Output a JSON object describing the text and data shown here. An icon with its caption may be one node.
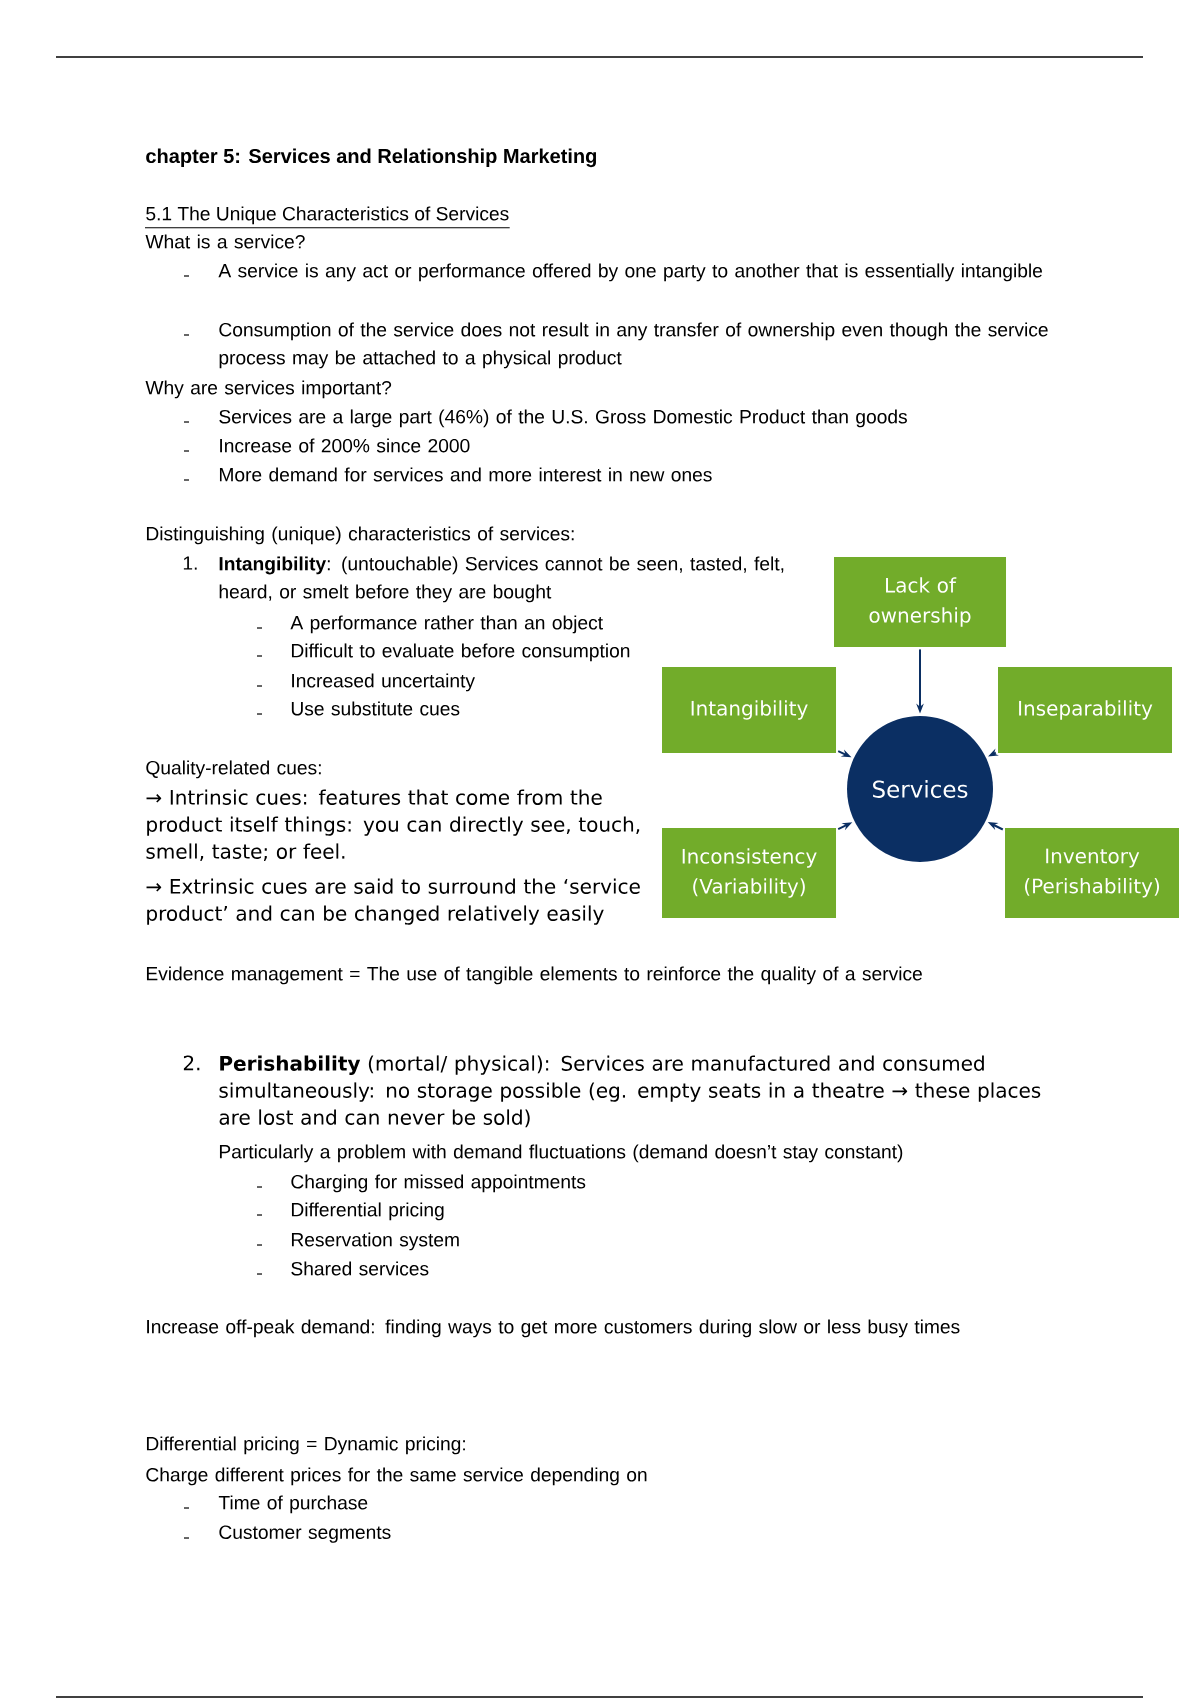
{
  "diagram": {
    "title": "chapter 5: Services and Relationship Marketing",
    "nodes": [
      {
        "text": [
          "Lack of ownership"
        ]
      },
      {
        "text": [
          "Intangibility"
        ]
      },
      {
        "text": [
          "Inseparability"
        ]
      },
      {
        "text": [
          "Services"
        ]
      },
      {
        "text": [
          "Inconsistency (Variability)"
        ]
      },
      {
        "text": [
          "Inventory (Perishability)"
        ]
      }
    ],
    "edges": [
      {
        "from": 0,
        "to": 3,
        "arrow": "to"
      },
      {
        "from": 1,
        "to": 3,
        "arrow": "to"
      },
      {
        "from": 2,
        "to": 3,
        "arrow": "to"
      },
      {
        "from": 4,
        "to": 3,
        "arrow": "to"
      },
      {
        "from": 5,
        "to": 3,
        "arrow": "to"
      }
    ],
    "labels": [
      "5.1 The Unique Characteristics of Services",
      "What is a service?",
      "A service is any act or performance offered by one party to another that is essentially intangible",
      "Consumption of the service does not result in any transfer of ownership even though the service process may be attached to a physical product",
      "Why are services important?",
      "Services are a large part (46%) of the U.S. Gross Domestic Product than goods",
      "Increase of 200% since 2000",
      "More demand for services and more interest in new ones",
      "Distinguishing (unique) characteristics of services:",
      "1.",
      "**Intangibility**: (untouchable) Services cannot be seen, tasted, felt, heard, or smelt before they are bought",
      "A performance rather than an object",
      "Difficult to evaluate before consumption",
      "Increased uncertainty",
      "Use substitute cues",
      "Quality-related cues:",
      "→ Intrinsic cues: features that come from the product itself things: you can directly see, touch, smell, taste; or feel.",
      "→ Extrinsic cues are said to surround the ‘service product’ and can be changed relatively easily",
      "Evidence management = The use of tangible elements to reinforce the quality of a service",
      "2.",
      "**Perishability** (mortal/ physical): Services are manufactured and consumed simultaneously: no storage possible (eg. empty seats in a theatre → these places are lost and can never be sold)",
      "Particularly a problem with demand fluctuations (demand doesn’t stay constant)",
      "Charging for missed appointments",
      "Differential pricing",
      "Reservation system",
      "Shared services",
      "Increase off-peak demand: finding ways to get more customers during slow or less busy times",
      "Differential pricing = Dynamic pricing:",
      "Charge different prices for the same service depending on",
      "Time of purchase",
      "Customer segments"
    ]
  }
}
